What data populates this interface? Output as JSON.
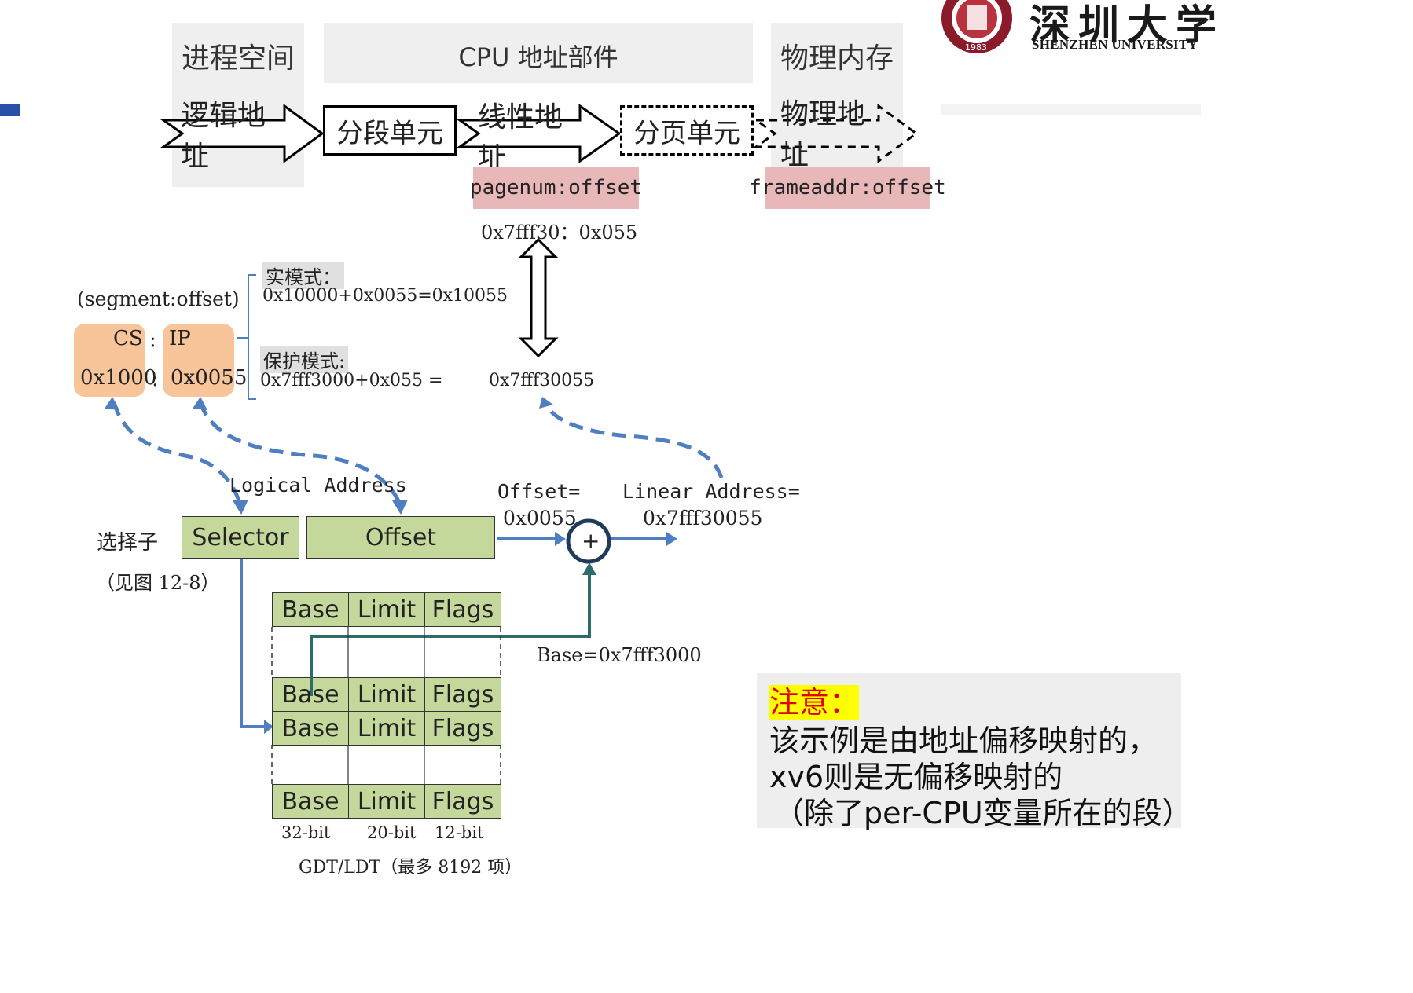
{
  "header": {
    "process_space": "进程空间",
    "cpu_address": "CPU 地址部件",
    "physical_memory": "物理内存"
  },
  "logo": {
    "cn_name": "深圳大学",
    "en_name": "SHENZHEN UNIVERSITY",
    "seal_year": "1983"
  },
  "pipeline": {
    "logical_address": "逻辑地址",
    "segment_unit": "分段单元",
    "linear_address": "线性地址",
    "paging_unit": "分页单元",
    "physical_address": "物理地址",
    "pagenum_label": "pagenum:offset",
    "frameaddr_label": "frameaddr:offset",
    "pagenum_value": "0x7fff30：0x055"
  },
  "modes": {
    "segment_offset": "(segment:offset)",
    "real_mode_label": "实模式：",
    "real_mode_calc": "0x10000+0x0055=0x10055",
    "protected_mode_label": "保护模式:",
    "protected_mode_calc": "0x7fff3000+0x055 =",
    "protected_mode_result": "0x7fff30055"
  },
  "registers": {
    "cs_label": "CS",
    "ip_label": "IP",
    "colon": ":",
    "cs_value": "0x1000",
    "ip_value": "0x0055"
  },
  "logical_address_diagram": {
    "title": "Logical  Address",
    "selector_cn": "选择子",
    "see_figure": "（见图 12-8）",
    "selector": "Selector",
    "offset": "Offset",
    "offset_eq": "Offset=",
    "offset_val": "0x0055",
    "plus": "+",
    "linear_eq": "Linear  Address=",
    "linear_val": "0x7fff30055",
    "base_eq": "Base=0x7fff3000"
  },
  "descriptor_table": {
    "columns": [
      "Base",
      "Limit",
      "Flags"
    ],
    "bits": [
      "32-bit",
      "20-bit",
      "12-bit"
    ],
    "caption": "GDT/LDT（最多 8192 项）"
  },
  "note": {
    "title": "注意：",
    "line1": "该示例是由地址偏移映射的，",
    "line2": "xv6则是无偏移映射的",
    "line3": "（除了per-CPU变量所在的段）"
  },
  "colors": {
    "accent_blue": "#4f7fc0",
    "pink_box": "#e8b8b8",
    "orange_reg": "#f8c49a",
    "green_cell": "#c4d89c",
    "note_highlight": "#ffff00",
    "note_red": "#e00000"
  }
}
